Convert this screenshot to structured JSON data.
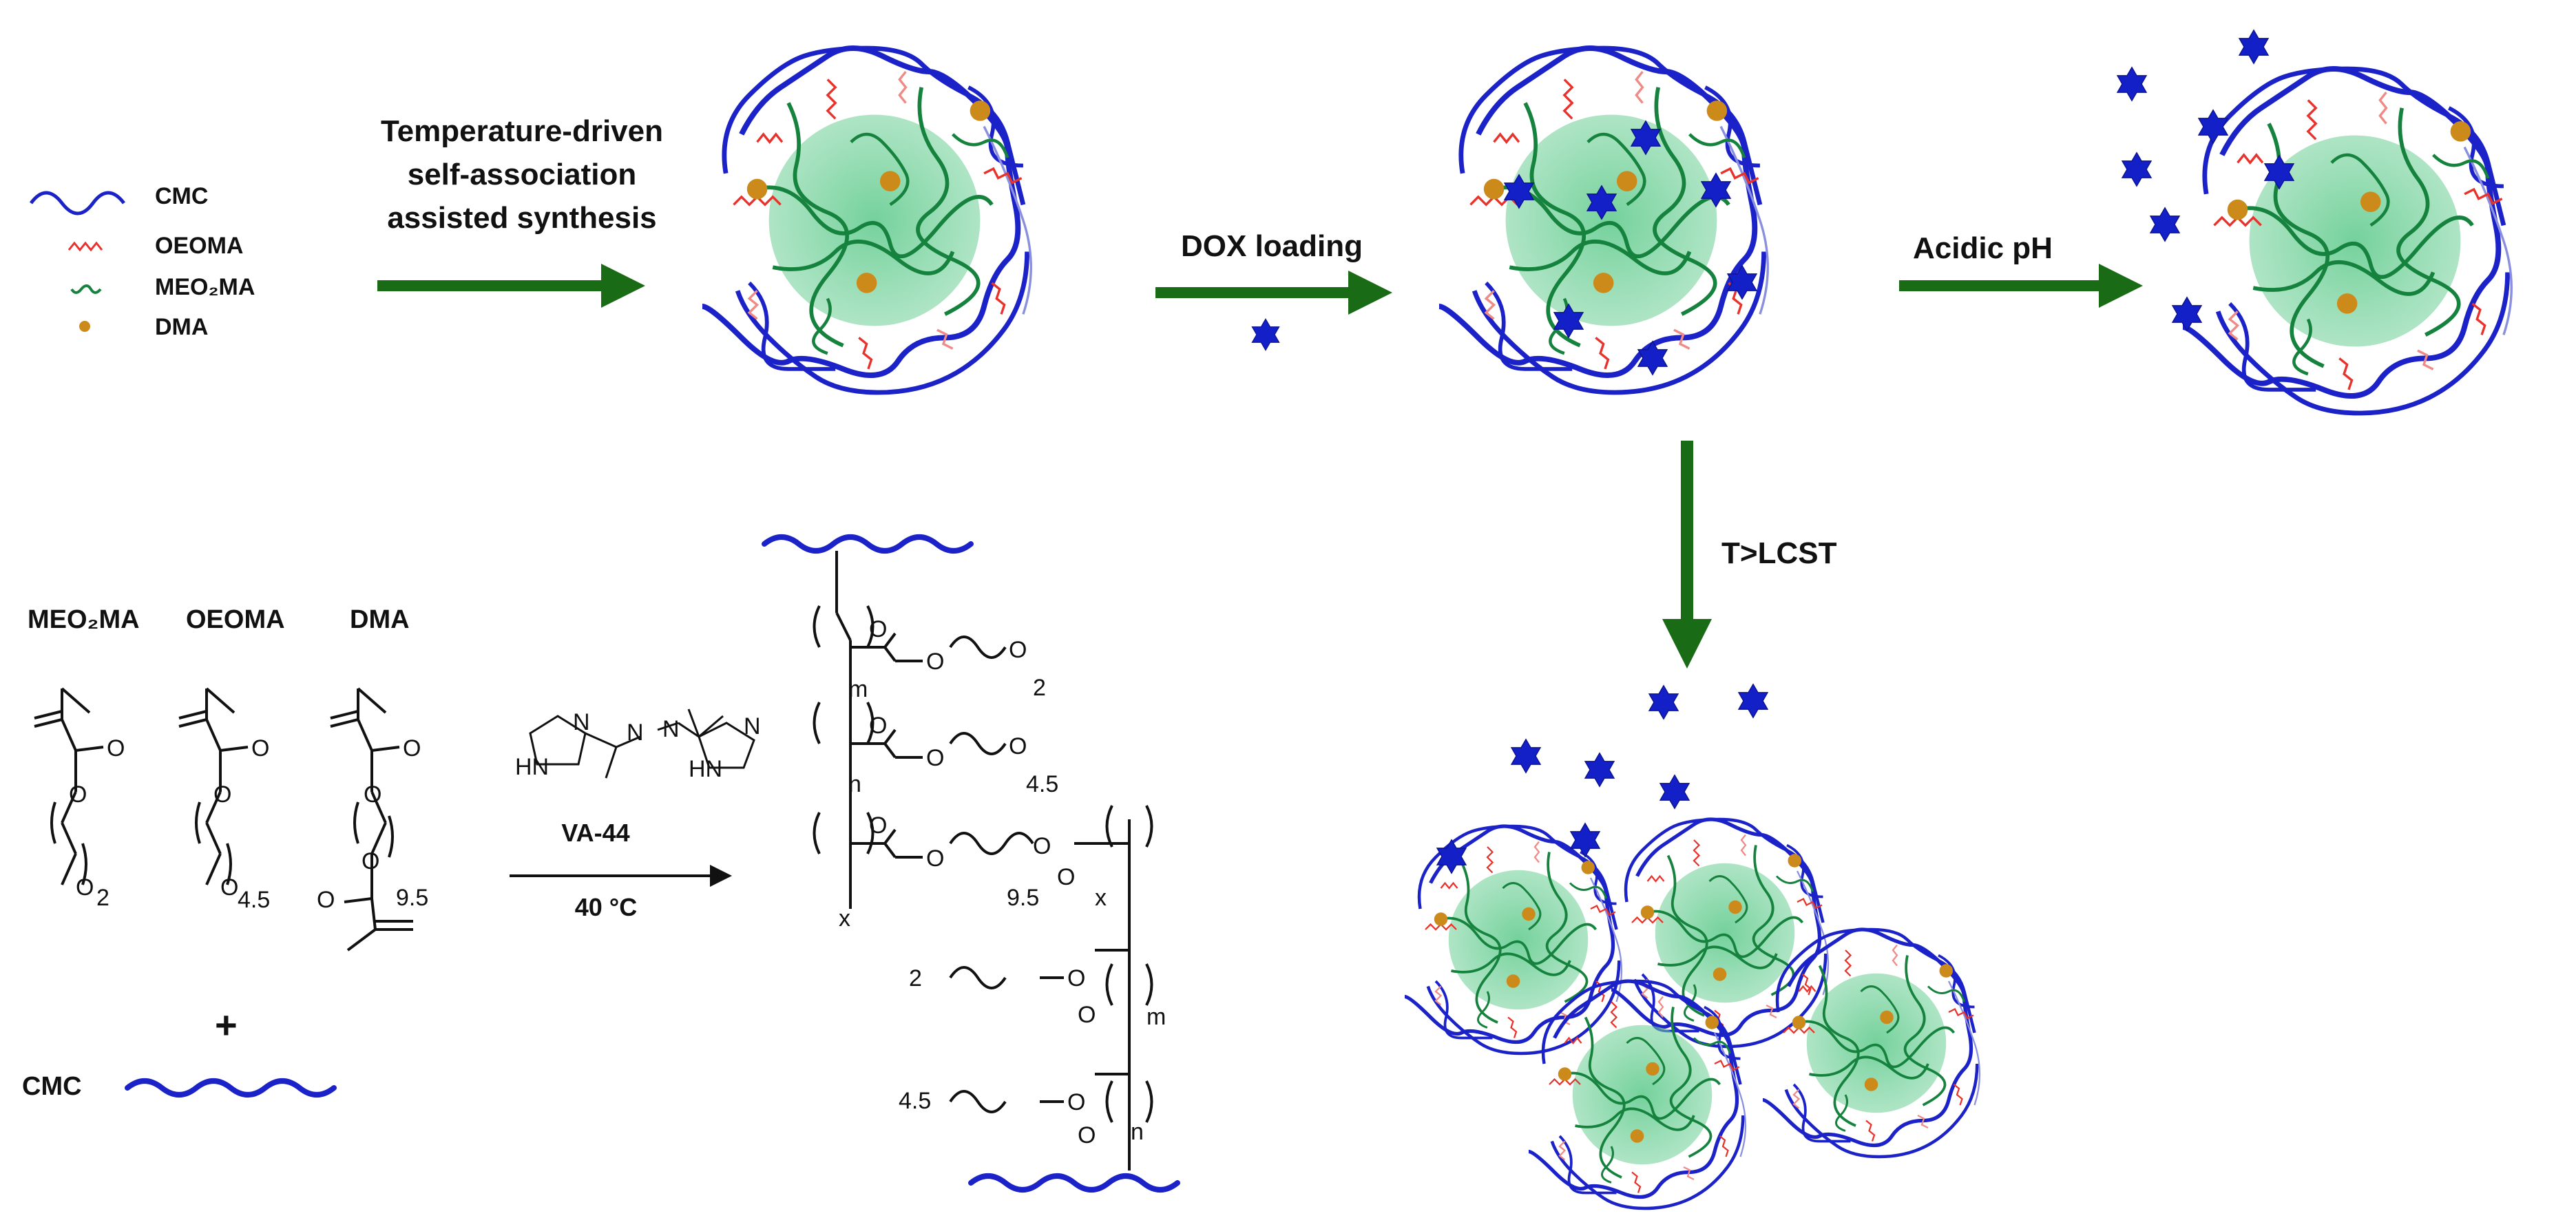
{
  "colors": {
    "cmc_blue": "#1b22c8",
    "oeoma_red": "#e8322b",
    "meo2ma_green": "#15823d",
    "dma_orange": "#cc8a1a",
    "core_green": "#5cc98a",
    "arrow_green": "#1a6b16",
    "dox_blue": "#1320c8"
  },
  "legend": {
    "items": [
      {
        "label": "CMC",
        "icon": "wavy-blue-line-icon"
      },
      {
        "label": "OEOMA",
        "icon": "wavy-red-line-icon"
      },
      {
        "label": "MEO₂MA",
        "icon": "wavy-green-line-icon"
      },
      {
        "label": "DMA",
        "icon": "orange-dot-icon"
      }
    ]
  },
  "steps": {
    "synthesis": {
      "line1": "Temperature-driven",
      "line2": "self-association",
      "line3": "assisted synthesis"
    },
    "loading": "DOX loading",
    "release_ph": "Acidic pH",
    "release_temp": "T>LCST"
  },
  "reaction": {
    "monomers": [
      {
        "name": "MEO₂MA",
        "sub": "2"
      },
      {
        "name": "OEOMA",
        "sub": "4.5"
      },
      {
        "name": "DMA",
        "sub": "9.5"
      }
    ],
    "initiator": "VA-44",
    "conditions": "40 °C",
    "plus": "+",
    "cmc_label": "CMC",
    "atoms": {
      "O": "O",
      "N": "N",
      "NH": "HN"
    },
    "product_subs": {
      "m": "m",
      "n": "n",
      "x": "x",
      "two": "2",
      "four_five": "4.5",
      "nine_five": "9.5"
    }
  }
}
